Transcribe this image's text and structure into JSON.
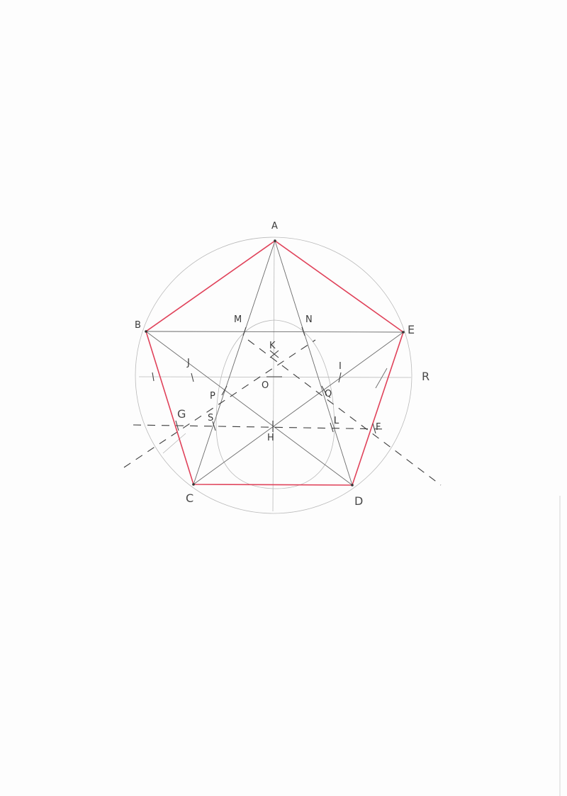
{
  "figure": {
    "labels": {
      "A": "A",
      "B": "B",
      "C": "C",
      "D": "D",
      "E": "E",
      "F": "F",
      "G": "G",
      "H": "H",
      "I": "I",
      "J": "J",
      "K": "K",
      "L": "L",
      "M": "M",
      "N": "N",
      "O": "O",
      "P": "P",
      "Q": "Q",
      "R": "R",
      "S": "S"
    },
    "colors": {
      "pentagon_outline": "#e0425a",
      "construction_lines": "#6b6b6b",
      "circle": "#b9b9b9",
      "dashed_lines": "#3d3d3d"
    }
  }
}
